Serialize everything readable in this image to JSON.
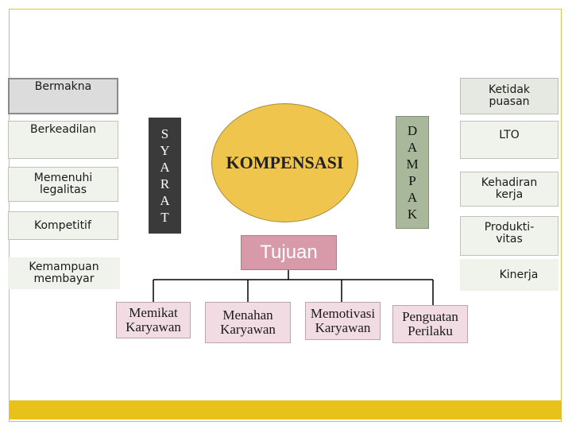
{
  "center": "KOMPENSASI",
  "goal": "Tujuan",
  "syarat": {
    "letters": [
      "S",
      "Y",
      "A",
      "R",
      "A",
      "T"
    ],
    "items": [
      "Bermakna",
      "Berkeadilan",
      "Memenuhi legalitas",
      "Kompetitif",
      "Kemampuan membayar"
    ]
  },
  "dampak": {
    "letters": [
      "D",
      "A",
      "M",
      "P",
      "A",
      "K"
    ],
    "items": [
      "Ketidak puasan",
      "LTO",
      "Kehadiran kerja",
      "Produkti-vitas",
      "Kinerja"
    ]
  },
  "tujuan_items": [
    "Memikat Karyawan",
    "Menahan Karyawan",
    "Memotivasi Karyawan",
    "Penguatan Perilaku"
  ],
  "colors": {
    "circle": "#f0c54e",
    "tujuan": "#d89aa8",
    "syarat": "#3a3a3a",
    "dampak": "#a9b89b",
    "bar": "#e8c21a"
  }
}
